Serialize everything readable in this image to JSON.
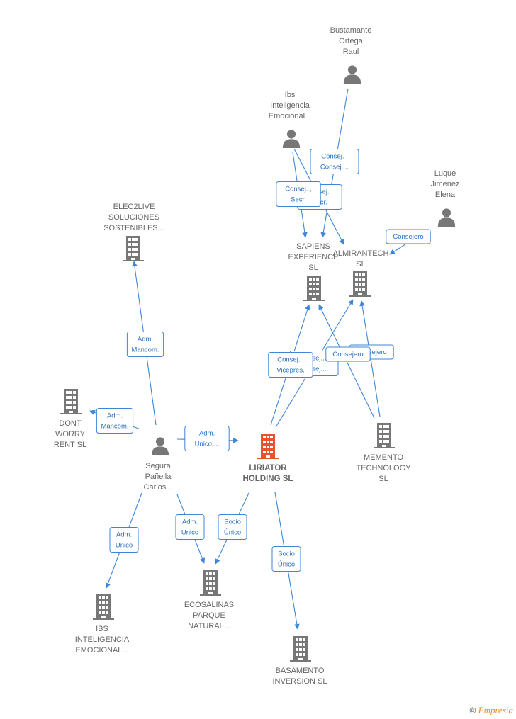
{
  "colors": {
    "edge": "#3f86d6",
    "person": "#777777",
    "company": "#777777",
    "focus": "#e8532b"
  },
  "nodes": [
    {
      "id": "bustamante",
      "type": "person",
      "lines": [
        "Bustamante",
        "Ortega",
        "Raul"
      ],
      "icon": "person-icon"
    },
    {
      "id": "ibs_person",
      "type": "person",
      "lines": [
        "Ibs",
        "Inteligencia",
        "Emocional..."
      ],
      "icon": "person-icon"
    },
    {
      "id": "luque",
      "type": "person",
      "lines": [
        "Luque",
        "Jimenez",
        "Elena"
      ],
      "icon": "person-icon"
    },
    {
      "id": "elec2live",
      "type": "company",
      "lines": [
        "ELEC2LIVE",
        "SOLUCIONES",
        "SOSTENIBLES..."
      ],
      "icon": "building-icon"
    },
    {
      "id": "sapiens",
      "type": "company",
      "lines": [
        "SAPIENS",
        "EXPERIENCE",
        "SL"
      ],
      "icon": "building-icon"
    },
    {
      "id": "almirantech",
      "type": "company",
      "lines": [
        "ALMIRANTECH",
        "SL"
      ],
      "icon": "building-icon"
    },
    {
      "id": "dont_worry",
      "type": "company",
      "lines": [
        "DONT",
        "WORRY",
        "RENT  SL"
      ],
      "icon": "building-icon"
    },
    {
      "id": "segura",
      "type": "person",
      "lines": [
        "Segura",
        "Pañella",
        "Carlos..."
      ],
      "icon": "person-icon"
    },
    {
      "id": "liriator",
      "type": "focus",
      "lines": [
        "LIRIATOR",
        "HOLDING  SL"
      ],
      "icon": "building-icon"
    },
    {
      "id": "memento",
      "type": "company",
      "lines": [
        "MEMENTO",
        "TECHNOLOGY",
        "SL"
      ],
      "icon": "building-icon"
    },
    {
      "id": "ibs_company",
      "type": "company",
      "lines": [
        "IBS",
        "INTELIGENCIA",
        "EMOCIONAL..."
      ],
      "icon": "building-icon"
    },
    {
      "id": "ecosalinas",
      "type": "company",
      "lines": [
        "ECOSALINAS",
        "PARQUE",
        "NATURAL..."
      ],
      "icon": "building-icon"
    },
    {
      "id": "basamento",
      "type": "company",
      "lines": [
        "BASAMENTO",
        "INVERSION  SL"
      ],
      "icon": "building-icon"
    }
  ],
  "edges": [
    {
      "id": "e1",
      "from": "bustamante",
      "to": "sapiens",
      "label": [
        "Consej. ,",
        "Consej...."
      ]
    },
    {
      "id": "e2",
      "from": "ibs_person",
      "to": "almirantech",
      "label": [
        "Consej. ,",
        "Secr."
      ]
    },
    {
      "id": "e3",
      "from": "ibs_person",
      "to": "sapiens",
      "label": [
        "Consej. ,",
        "Secr."
      ]
    },
    {
      "id": "e4",
      "from": "luque",
      "to": "almirantech",
      "label": [
        "Consejero"
      ]
    },
    {
      "id": "e5",
      "from": "segura",
      "to": "elec2live",
      "label": [
        "Adm.",
        "Mancom."
      ]
    },
    {
      "id": "e6",
      "from": "segura",
      "to": "dont_worry",
      "label": [
        "Adm.",
        "Mancom."
      ]
    },
    {
      "id": "e7",
      "from": "segura",
      "to": "liriator",
      "label": [
        "Adm.",
        "Unico,..."
      ]
    },
    {
      "id": "e8",
      "from": "segura",
      "to": "ibs_company",
      "label": [
        "Adm.",
        "Unico"
      ]
    },
    {
      "id": "e9",
      "from": "segura",
      "to": "ecosalinas",
      "label": [
        "Adm.",
        "Unico"
      ]
    },
    {
      "id": "e10",
      "from": "liriator",
      "to": "ecosalinas",
      "label": [
        "Socio",
        "Único"
      ]
    },
    {
      "id": "e11",
      "from": "liriator",
      "to": "basamento",
      "label": [
        "Socio",
        "Único"
      ]
    },
    {
      "id": "e12",
      "from": "liriator",
      "to": "almirantech",
      "label": [
        "Consej....",
        "Consej...."
      ]
    },
    {
      "id": "e13",
      "from": "liriator",
      "to": "sapiens",
      "label": [
        "Consej. ,",
        "Vicepres."
      ]
    },
    {
      "id": "e14",
      "from": "memento",
      "to": "almirantech",
      "label": [
        "Consejero"
      ]
    },
    {
      "id": "e15",
      "from": "memento",
      "to": "sapiens",
      "label": [
        "Consejero"
      ]
    }
  ],
  "footer": {
    "copyright": "©",
    "brand": "Empresia"
  }
}
